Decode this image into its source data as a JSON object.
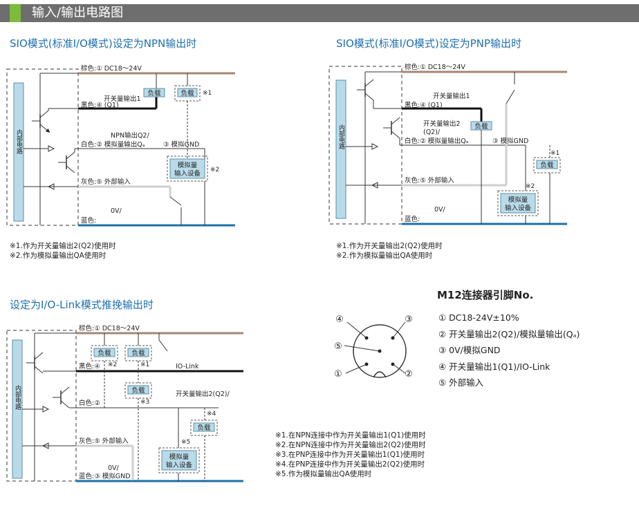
{
  "header": {
    "title": "输入/输出电路图"
  },
  "npn": {
    "title": "SIO模式(标准I/O模式)设定为NPN输出时",
    "internal": "内部电路",
    "brown": "棕色:① DC18～24V",
    "black": "黑色:④ (Q1)",
    "white": "白色:② 模拟量输出Qₐ",
    "gray": "灰色:⑤ 外部输入",
    "blue": "蓝色:",
    "zerov": "0V/",
    "sw1": "开关量输出1",
    "npn_q2": "NPN输出Q2/",
    "gnd": "③ 模拟GND",
    "load": "负载",
    "analog1": "模拟量",
    "analog2": "输入设备",
    "mark1": "※1",
    "mark2": "※2",
    "notes": [
      "※1.作为开关量输出2(Q2)使用时",
      "※2.作为模拟量输出QA使用时"
    ]
  },
  "pnp": {
    "title": "SIO模式(标准I/O模式)设定为PNP输出时",
    "internal": "内部电路",
    "brown": "棕色:① DC18～24V",
    "black": "黑色:④ (Q1)",
    "white": "白色:② 模拟量输出Qₐ",
    "gray": "灰色:⑤ 外部输入",
    "blue": "蓝色:",
    "zerov": "0V/",
    "sw1": "开关量输出1",
    "sw2a": "开关量输出2",
    "sw2b": "(Q2)/",
    "gnd": "③ 模拟GND",
    "load": "负载",
    "analog1": "模拟量",
    "analog2": "输入设备",
    "mark1": "※1",
    "mark2": "※2",
    "notes": [
      "※1.作为开关量输出2(Q2)使用时",
      "※2.作为模拟量输出QA使用时"
    ]
  },
  "iolink": {
    "title": "设定为I/O-Link模式推挽输出时",
    "internal": "内部电路",
    "brown": "棕色:① DC18～24V",
    "black": "黑色:④",
    "white": "白色:②",
    "gray": "灰色:⑤ 外部输入",
    "blue": "蓝色:③ 模拟GND",
    "zerov": "0V/",
    "iolink_label": "IO-Link",
    "sw2": "开关量输出2(Q2)/",
    "load": "负载",
    "analog1": "模拟量",
    "analog2": "输入设备",
    "marks": [
      "※1",
      "※2",
      "※3",
      "※4",
      "※5"
    ],
    "notes": [
      "※1.在NPN连接中作为开关量输出1(Q1)使用时",
      "※2.在NPN连接中作为开关量输出2(Q2)使用时",
      "※3.在PNP连接中作为开关量输出1(Q1)使用时",
      "※4.在PNP连接中作为开关量输出2(Q2)使用时",
      "※5.作为模拟量输出QA使用时"
    ]
  },
  "m12": {
    "title": "M12连接器引脚No.",
    "pin_labels": [
      "④",
      "③",
      "⑤",
      "①",
      "②"
    ],
    "pins": [
      "① DC18-24V±10%",
      "② 开关量输出2(Q2)/模拟量输出(Qₐ)",
      "③ 0V/模拟GND",
      "④ 开关量输出1(Q1)/IO-Link",
      "⑤ 外部输入"
    ]
  },
  "colors": {
    "banner": "#6e6e6e",
    "accent": "#7dbb3a",
    "title_blue": "#1f6fae",
    "brown_wire": "#a28775",
    "blue_wire": "#1e6fa5",
    "gray_wire": "#cfcfcf",
    "box_fill": "#b9dbe9",
    "box_border": "#5a8ea6"
  }
}
